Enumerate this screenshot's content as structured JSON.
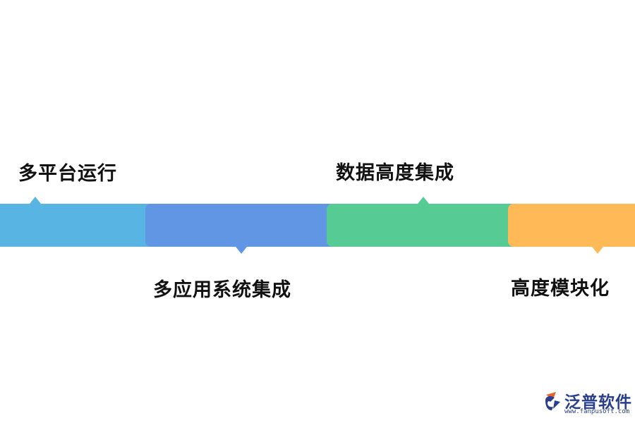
{
  "steps": [
    {
      "label": "多平台运行",
      "color": "#58b4e2",
      "pointer": "up"
    },
    {
      "label": "多应用系统集成",
      "color": "#6096e4",
      "pointer": "down"
    },
    {
      "label": "数据高度集成",
      "color": "#56cb94",
      "pointer": "up"
    },
    {
      "label": "高度模块化",
      "color": "#ffba57",
      "pointer": "down"
    }
  ],
  "logo": {
    "name": "泛普软件",
    "url": "www.fanpusoft.com",
    "accent": "#e8622c",
    "brand": "#2a3f8c"
  }
}
